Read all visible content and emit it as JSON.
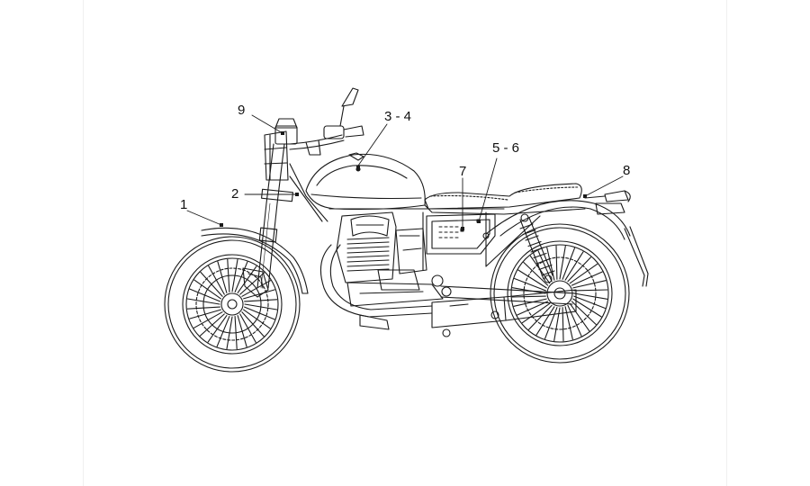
{
  "diagram": {
    "callouts": [
      {
        "id": "9",
        "label": "9"
      },
      {
        "id": "3-4",
        "label": "3 - 4"
      },
      {
        "id": "5-6",
        "label": "5 - 6"
      },
      {
        "id": "7",
        "label": "7"
      },
      {
        "id": "8",
        "label": "8"
      },
      {
        "id": "2",
        "label": "2"
      },
      {
        "id": "1",
        "label": "1"
      }
    ],
    "colors": {
      "line": "#1a1a1a",
      "background": "#ffffff",
      "frame": "#efefef"
    }
  }
}
